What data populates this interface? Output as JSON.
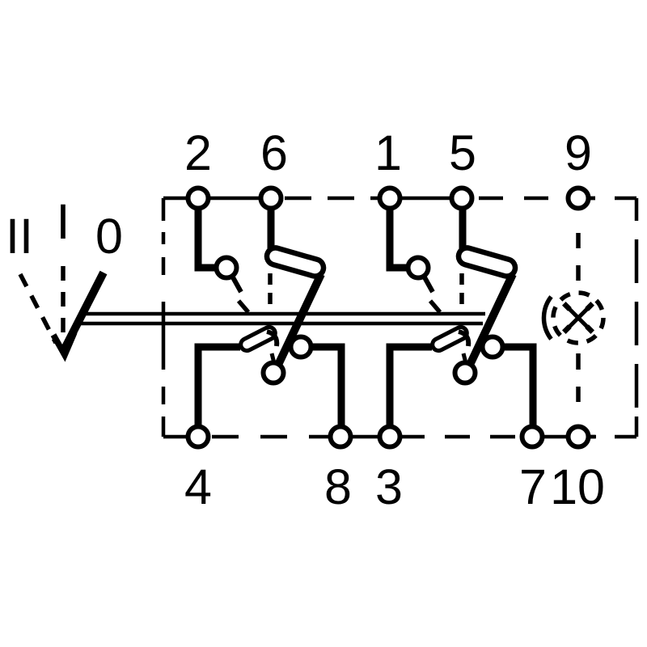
{
  "diagram": {
    "kind": "rocker-switch-circuit-schematic",
    "colors": {
      "line": "#000000",
      "background": "#ffffff"
    },
    "terminal_labels": {
      "t2": "2",
      "t6": "6",
      "t1": "1",
      "t5": "5",
      "t9": "9",
      "t4": "4",
      "t8": "8",
      "t3": "3",
      "t7": "7",
      "t10": "10"
    },
    "position_labels": {
      "pos_II": "II",
      "pos_I": "I",
      "pos_0": "0"
    },
    "symbols": {
      "lamp": "illumination-lamp",
      "actuator": "three-position-lever"
    }
  }
}
